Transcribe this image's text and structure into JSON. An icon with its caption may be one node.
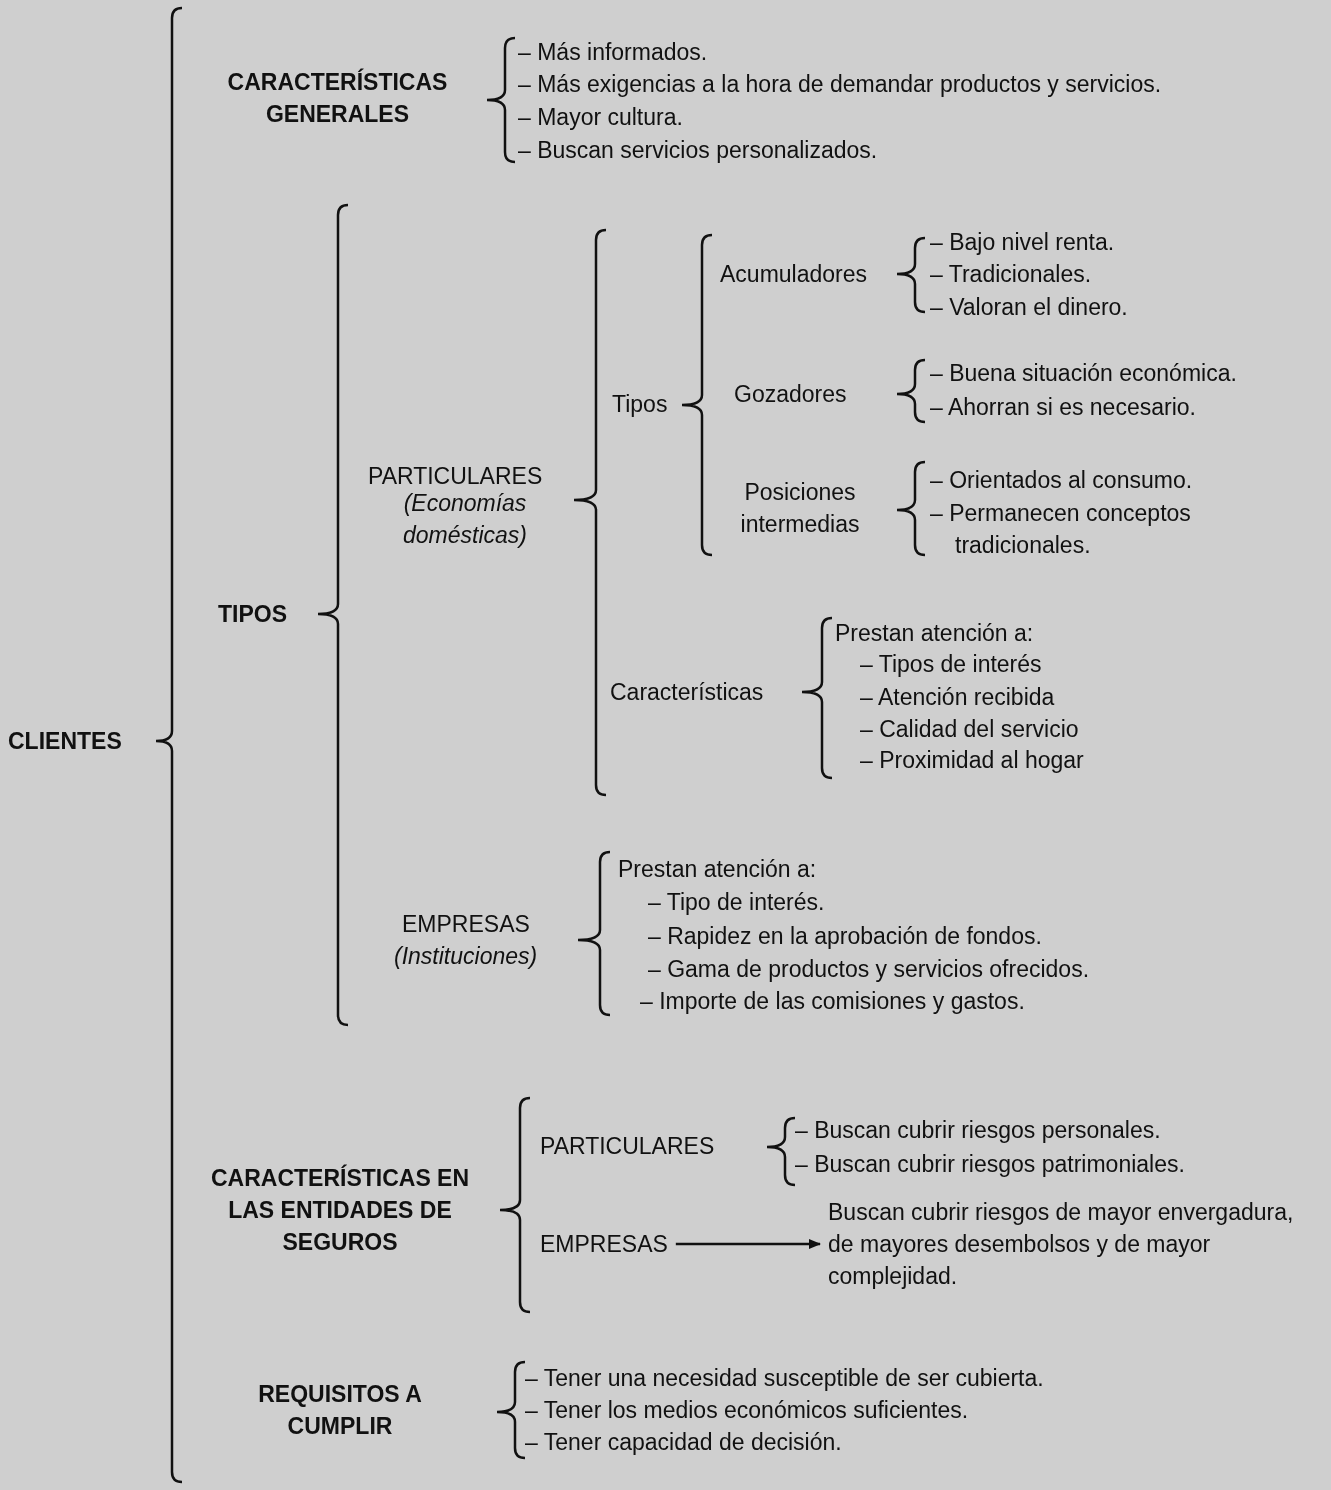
{
  "diagram": {
    "nodes": [
      {
        "text": [
          "EMPRESAS"
        ]
      },
      {
        "text": [
          "Buscan cubrir riesgos de mayor envergadura, de mayores desembolsos y de mayor complejidad."
        ]
      }
    ],
    "edges": [
      {
        "from": 0,
        "to": 1,
        "arrow": "to"
      }
    ],
    "labels": [
      "CARACTERÍSTICAS GENERALES",
      "– Más informados.",
      "– Más exigencias a la hora de demandar productos y servicios.",
      "– Mayor cultura.",
      "– Buscan servicios personalizados.",
      "– Bajo nivel renta.",
      "Acumuladores",
      "– Tradicionales.",
      "– Valoran el dinero.",
      "– Buena situación económica.",
      "Tipos",
      "Gozadores",
      "– Ahorran si es necesario.",
      "PARTICULARES",
      "(Economías domésticas)",
      "Posiciones intermedias",
      "– Orientados al consumo.",
      "– Permanecen conceptos tradicionales.",
      "TIPOS",
      "Prestan atención a:",
      "– Tipos de interés",
      "Características",
      "– Atención recibida",
      "– Calidad del servicio",
      "CLIENTES",
      "– Proximidad al hogar",
      "Prestan atención a:",
      "– Tipo de interés.",
      "EMPRESAS",
      "(Instituciones)",
      "– Rapidez en la aprobación de fondos.",
      "– Gama de productos y servicios ofrecidos.",
      "– Importe de las comisiones y gastos.",
      "PARTICULARES",
      "– Buscan cubrir riesgos personales.",
      "– Buscan cubrir riesgos patrimoniales.",
      "CARACTERÍSTICAS EN LAS ENTIDADES DE SEGUROS",
      "REQUISITOS A CUMPLIR",
      "– Tener una necesidad susceptible de ser cubierta.",
      "– Tener los medios económicos suficientes.",
      "– Tener capacidad de decisión."
    ]
  }
}
